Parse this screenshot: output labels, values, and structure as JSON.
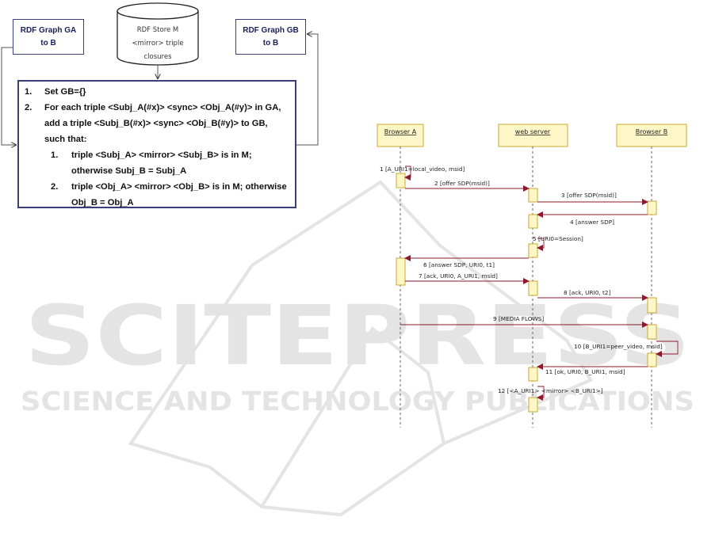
{
  "left_diagram": {
    "graph_a": [
      "RDF Graph GA",
      "to B"
    ],
    "graph_b": [
      "RDF Graph GB",
      "to B"
    ],
    "store": [
      "RDF Store M",
      "<mirror> triple",
      "closures"
    ],
    "algorithm": [
      {
        "num": "1.",
        "text": "Set GB={}"
      },
      {
        "num": "2.",
        "text": "For each triple <Subj_A(#x)> <sync> <Obj_A(#y)> in GA,"
      },
      {
        "num": "",
        "text": "add a triple <Subj_B(#x)> <sync> <Obj_B(#y)> to GB,"
      },
      {
        "num": "",
        "text": "such that:"
      },
      {
        "num": "1.",
        "text": "triple <Subj_A> <mirror> <Subj_B> is in M;"
      },
      {
        "num": "",
        "text": "otherwise Subj_B = Subj_A"
      },
      {
        "num": "2.",
        "text": "triple <Obj_A> <mirror> <Obj_B> is in M; otherwise"
      },
      {
        "num": "",
        "text": "Obj_B = Obj_A"
      }
    ]
  },
  "sequence": {
    "lifelines": [
      "Browser A",
      "web server",
      "Browser B"
    ],
    "messages": [
      "1 [A_URI1=local_video, msid]",
      "2 [offer SDP(msid)]",
      "3 [offer SDP(msid)]",
      "4 [answer SDP]",
      "5 [URI0=Session]",
      "6 [answer SDP, URI0, t1]",
      "7 [ack, URI0, A_URI1, msid]",
      "8 [ack, URI0, t2]",
      "9 [MEDIA FLOWS]",
      "10 [B_URI1=peer_video, msid]",
      "11 [ok, URI0, B_URI1, msid]",
      "12 [<A_URI1> <mirror> <B_URI1>]"
    ]
  },
  "watermark": {
    "main": "SCITEPRESS",
    "sub": "SCIENCE AND TECHNOLOGY PUBLICATIONS"
  },
  "colors": {
    "arrow": "#8b1a2e",
    "activation_fill": "#fdf7c8",
    "activation_stroke": "#c8a830",
    "box_border": "#3a3f7a",
    "watermark": "#e4e4e4"
  }
}
